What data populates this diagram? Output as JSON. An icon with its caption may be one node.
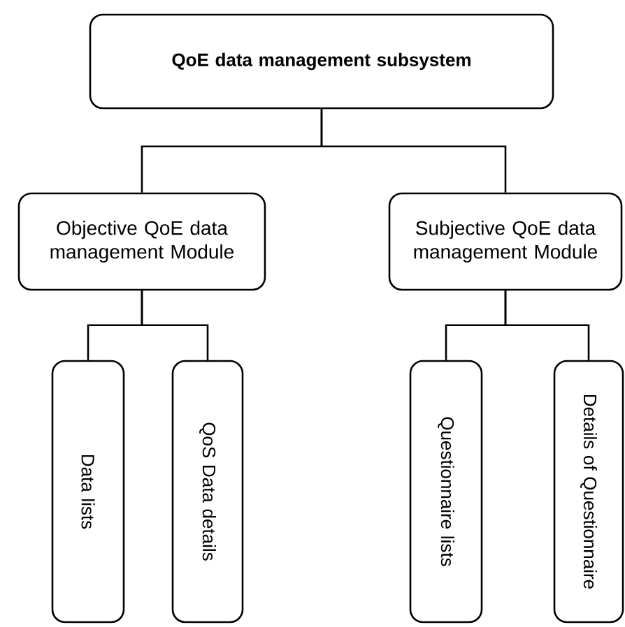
{
  "diagram": {
    "nodes": [
      {
        "text": [
          "**QoE data management subsystem**"
        ]
      },
      {
        "text": [
          "Objective QoE data management Module"
        ]
      },
      {
        "text": [
          "Subjective QoE data management Module"
        ]
      },
      {
        "text": [
          "Data lists"
        ]
      },
      {
        "text": [
          "QoS Data details"
        ]
      },
      {
        "text": [
          "Questionnaire lists"
        ]
      },
      {
        "text": [
          "Details of Questionnaire"
        ]
      }
    ],
    "edges": [
      {
        "from": 0,
        "to": 1,
        "arrow": "none"
      },
      {
        "from": 0,
        "to": 2,
        "arrow": "none"
      },
      {
        "from": 1,
        "to": 3,
        "arrow": "none"
      },
      {
        "from": 1,
        "to": 4,
        "arrow": "none"
      },
      {
        "from": 2,
        "to": 5,
        "arrow": "none"
      },
      {
        "from": 2,
        "to": 6,
        "arrow": "none"
      }
    ]
  }
}
